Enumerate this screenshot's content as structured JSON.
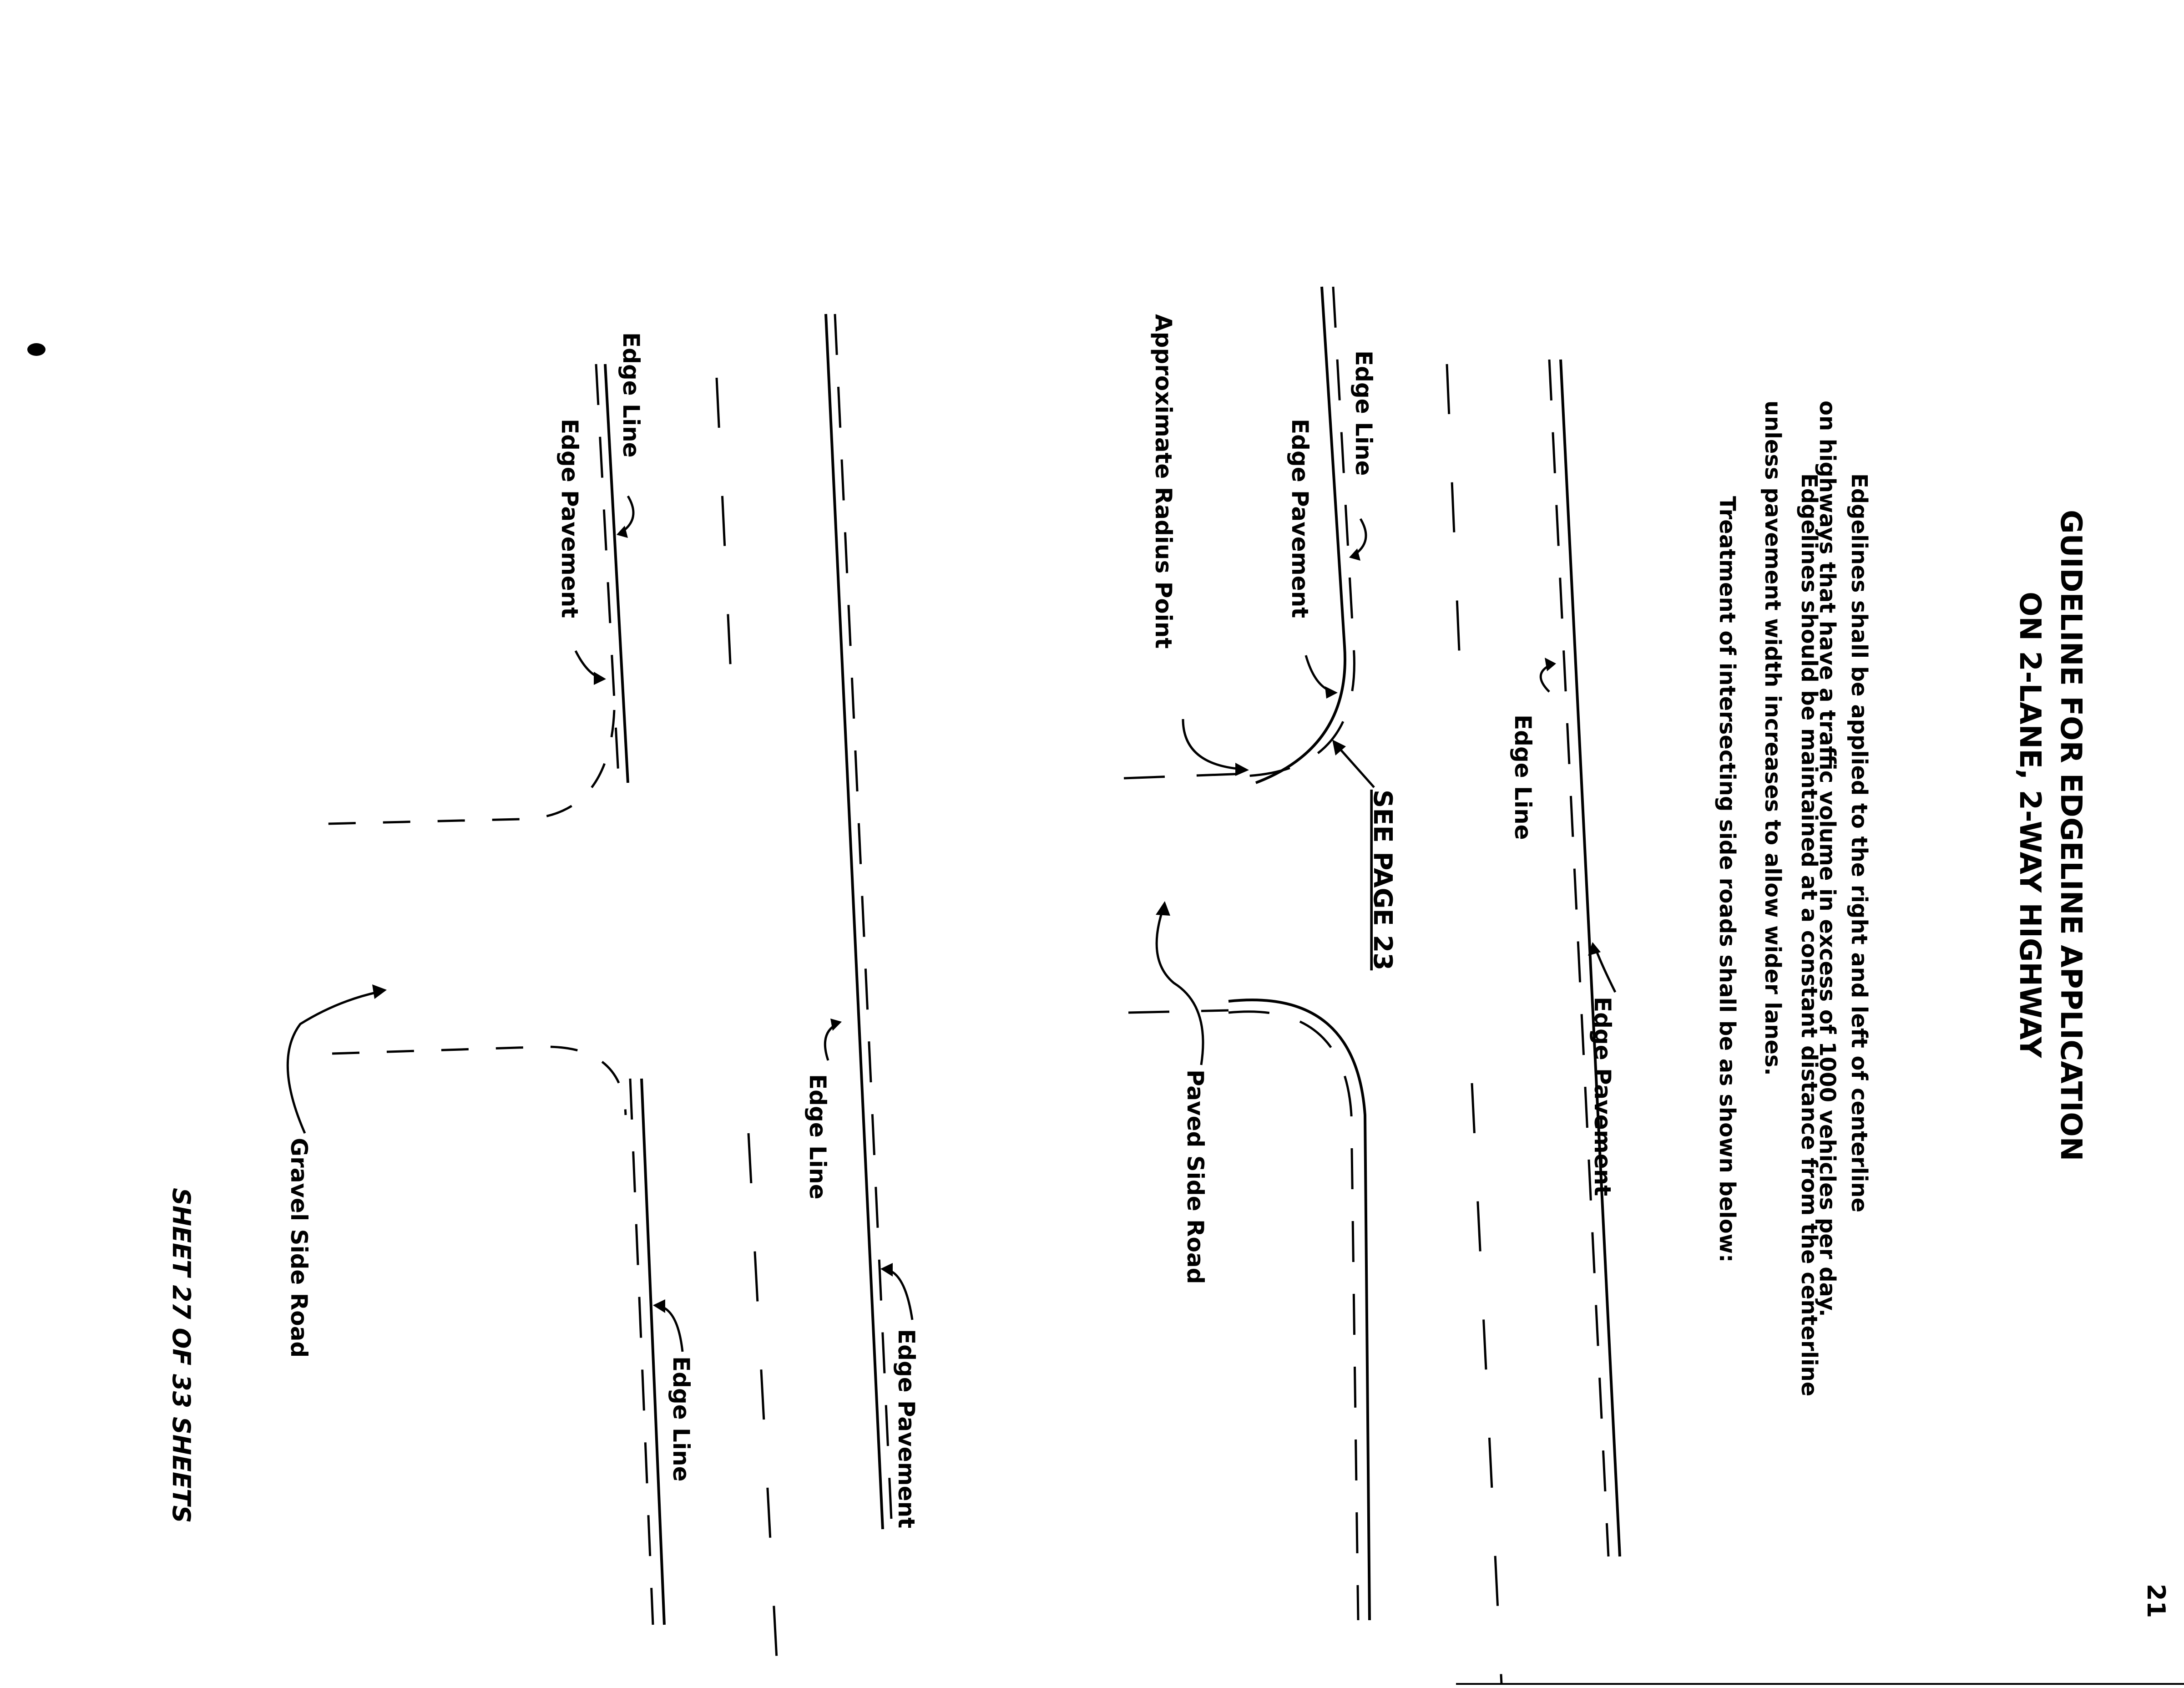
{
  "page_number": "21",
  "title": {
    "line1": "GUIDELINE FOR EDGELINE APPLICATION",
    "line2": "ON 2-LANE, 2-WAY HIGHWAY"
  },
  "body": [
    "Edgelines shall be applied to the right and left of centerline",
    "on highways that have a traffic volume in excess of 1000 vehicles per day.",
    "Edgelines should be maintained at a constant distance from the centerline",
    "unless pavement width increases to allow wider lanes.",
    "Treatment of intersecting side roads shall be as shown below:"
  ],
  "top_diagram": {
    "edge_line_upper": "Edge Line",
    "edge_pavement_upper": "Edge Pavement",
    "edge_line_left": "Edge Line",
    "edge_pavement_left": "Edge Pavement",
    "radius_point": "Approximate Radius Point",
    "see_page": "SEE PAGE 23",
    "side_road": "Paved Side Road"
  },
  "bottom_diagram": {
    "edge_line_left": "Edge Line",
    "edge_pavement_left": "Edge Pavement",
    "edge_line_center": "Edge Line",
    "edge_pavement_center": "Edge Pavement",
    "edge_line_right": "Edge Line",
    "side_road": "Gravel Side Road"
  },
  "sheet_footer": "SHEET  27   OF  33  SHEETS"
}
